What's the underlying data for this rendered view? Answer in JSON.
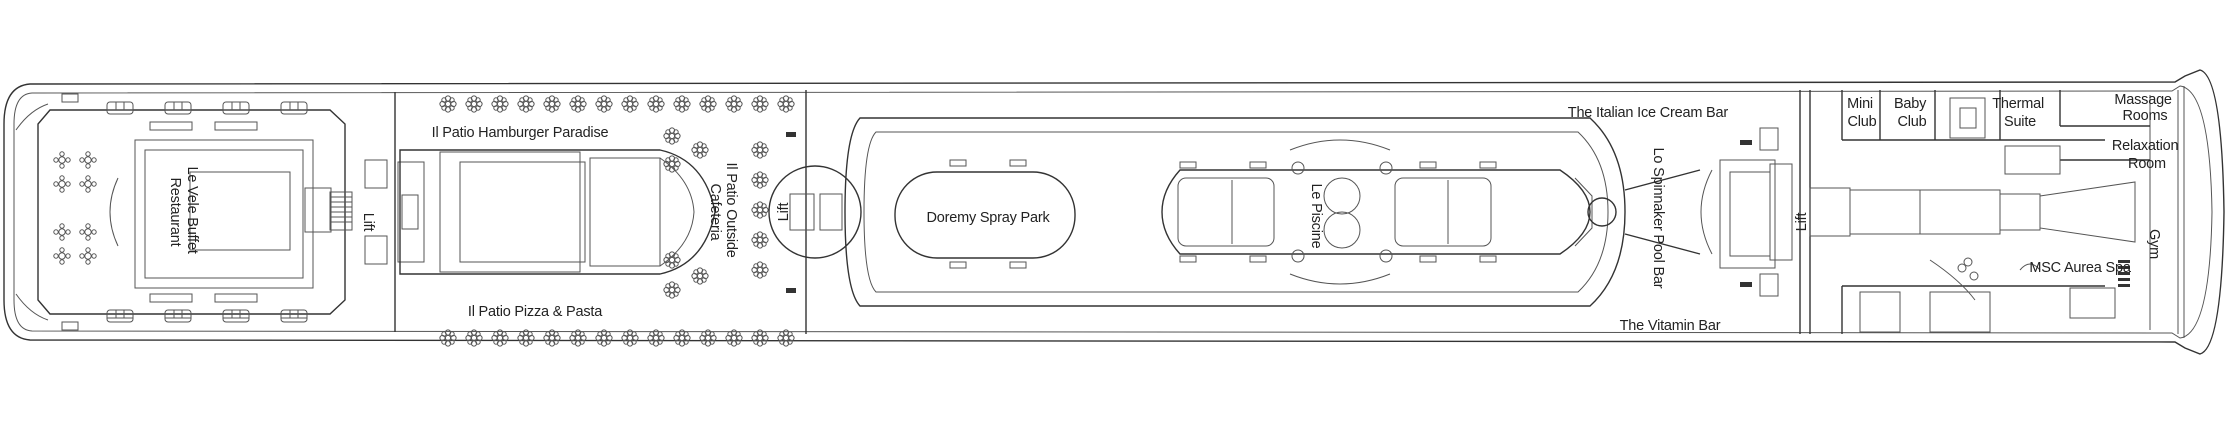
{
  "deck_plan": {
    "areas": {
      "le_vele_buffet": [
        "Le Vele Buffet",
        "Restaurant"
      ],
      "lift_aft": "Lift",
      "il_patio_hamburger": "Il Patio Hamburger Paradise",
      "il_patio_pizza": "Il Patio Pizza & Pasta",
      "il_patio_outside": [
        "Il Patio Outside",
        "Cafeteria"
      ],
      "lift_mid": "Lift",
      "doremy_spray_park": "Doremy Spray Park",
      "le_piscine": "Le Piscine",
      "italian_ice_cream_bar": "The Italian Ice Cream Bar",
      "lo_spinnaker_pool_bar": "Lo Spinnaker Pool Bar",
      "the_vitamin_bar": "The Vitamin Bar",
      "lift_fwd": "Lift",
      "mini_club": [
        "Mini",
        "Club"
      ],
      "baby_club": [
        "Baby",
        "Club"
      ],
      "thermal_suite": [
        "Thermal",
        "Suite"
      ],
      "massage_rooms": [
        "Massage",
        "Rooms"
      ],
      "relaxation_room": [
        "Relaxation",
        "Room"
      ],
      "gym": "Gym",
      "msc_aurea_spa": "MSC Aurea Spa"
    },
    "colors": {
      "line": "#333333",
      "background": "#ffffff",
      "text": "#222222"
    }
  }
}
